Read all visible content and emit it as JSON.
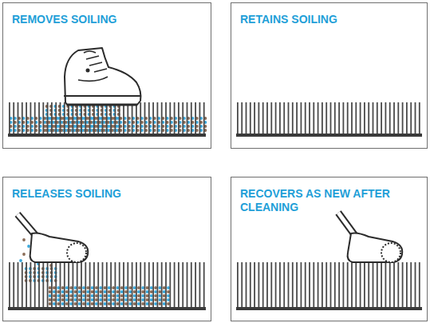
{
  "diagram": {
    "nodes": [
      {
        "text": [
          "REMOVES SOILING"
        ]
      },
      {
        "text": [
          "RETAINS SOILING"
        ]
      },
      {
        "text": [
          "RELEASES SOILING"
        ]
      },
      {
        "text": [
          "RECOVERS AS NEW AFTER CLEANING"
        ]
      }
    ]
  }
}
